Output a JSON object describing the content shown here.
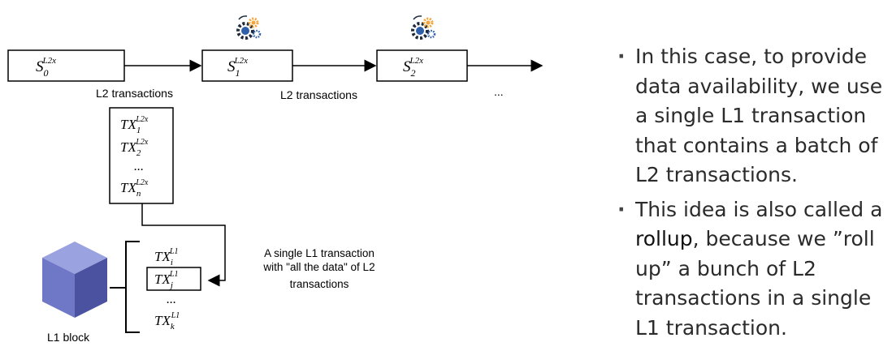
{
  "states": [
    {
      "base": "S",
      "sup": "L2x",
      "sub": "0"
    },
    {
      "base": "S",
      "sup": "L2x",
      "sub": "1"
    },
    {
      "base": "S",
      "sup": "L2x",
      "sub": "2"
    }
  ],
  "edge_labels": [
    "L2 transactions",
    "L2 transactions"
  ],
  "continuation": "...",
  "l2_batch": {
    "items": [
      {
        "base": "TX",
        "sup": "L2x",
        "sub": "1"
      },
      {
        "base": "TX",
        "sup": "L2x",
        "sub": "2"
      },
      {
        "base": "TX",
        "sup": "L2x",
        "sub": "n"
      }
    ],
    "ellipsis": "..."
  },
  "l1_block": {
    "label": "L1 block",
    "items": [
      {
        "base": "TX",
        "sup": "L1",
        "sub": "i"
      },
      {
        "base": "TX",
        "sup": "L1",
        "sub": "j"
      },
      {
        "base": "TX",
        "sup": "L1",
        "sub": "k"
      }
    ],
    "ellipsis": "..."
  },
  "annotation": [
    "A single L1 transaction",
    "with \"all the data\" of L2",
    "transactions"
  ],
  "bullets": [
    {
      "parts": [
        {
          "text": "In this case, to provide data availability, we use a single L1 transaction that contains a batch of L2 transactions.",
          "emph": false
        }
      ]
    },
    {
      "parts": [
        {
          "text": "This idea is also called a ",
          "emph": false
        },
        {
          "text": "rollup",
          "emph": true
        },
        {
          "text": ", because we ”roll up” a bunch of L2 transactions in a single L1 transaction.",
          "emph": false
        }
      ]
    }
  ],
  "icons": {
    "gear": "gears-icon",
    "cube": "cube-icon"
  },
  "colors": {
    "gear_orange": "#f2a53a",
    "gear_blue": "#2f5fa8",
    "gear_dark": "#1e2a3a",
    "cube_top": "#9aa3e0",
    "cube_left": "#6f78c6",
    "cube_right": "#4b53a0"
  }
}
